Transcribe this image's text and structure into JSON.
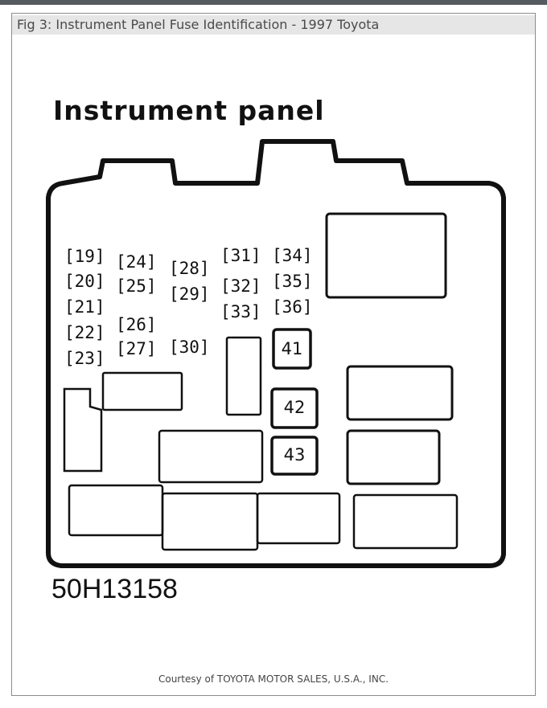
{
  "caption": "Fig 3: Instrument Panel Fuse Identification - 1997 Toyota",
  "panel_title": "Instrument panel",
  "diagram_code": "50H13158",
  "courtesy": "Courtesy of TOYOTA MOTOR SALES, U.S.A., INC.",
  "colors": {
    "ink": "#111111",
    "frame_border": "#8c8c8c",
    "caption_bg": "#e6e6e6",
    "topbar": "#555a60"
  },
  "fuses": {
    "f19": "[19]",
    "f20": "[20]",
    "f21": "[21]",
    "f22": "[22]",
    "f23": "[23]",
    "f24": "[24]",
    "f25": "[25]",
    "f26": "[26]",
    "f27": "[27]",
    "f28": "[28]",
    "f29": "[29]",
    "f30": "[30]",
    "f31": "[31]",
    "f32": "[32]",
    "f33": "[33]",
    "f34": "[34]",
    "f35": "[35]",
    "f36": "[36]",
    "f41": "41",
    "f42": "42",
    "f43": "43"
  }
}
